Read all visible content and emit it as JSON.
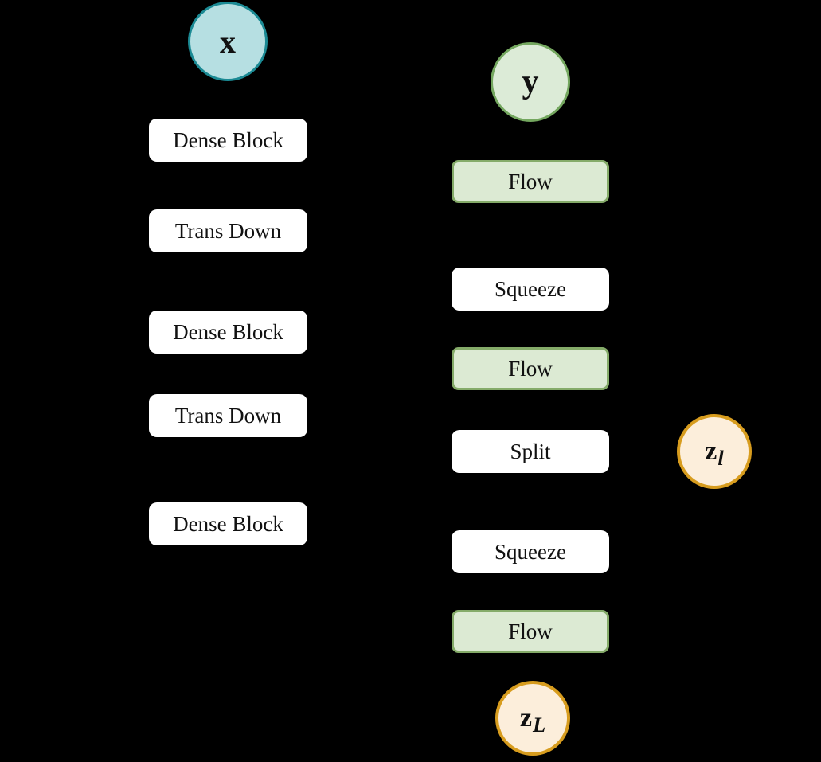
{
  "diagram": {
    "background": "#000000",
    "text_color": "#111111",
    "encoder_column": {
      "input_node": {
        "label": "x",
        "fill": "#b6dfe2",
        "border": "#1b8a94"
      },
      "blocks": [
        {
          "label": "Dense Block",
          "type": "plain"
        },
        {
          "label": "Trans Down",
          "type": "plain"
        },
        {
          "label": "Dense Block",
          "type": "plain"
        },
        {
          "label": "Trans Down",
          "type": "plain"
        },
        {
          "label": "Dense Block",
          "type": "plain"
        }
      ]
    },
    "flow_column": {
      "input_node": {
        "label": "y",
        "fill": "#dcebd7",
        "border": "#74a75f"
      },
      "blocks": [
        {
          "label": "Flow",
          "type": "flow"
        },
        {
          "label": "Squeeze",
          "type": "plain"
        },
        {
          "label": "Flow",
          "type": "flow"
        },
        {
          "label": "Split",
          "type": "plain"
        },
        {
          "label": "Squeeze",
          "type": "plain"
        },
        {
          "label": "Flow",
          "type": "flow"
        }
      ],
      "flow_block_fill": "#dcead3",
      "flow_block_border": "#85ab69",
      "plain_block_fill": "#ffffff"
    },
    "latent_nodes": {
      "intermediate": {
        "base": "z",
        "subscript": "l",
        "fill": "#fceedb",
        "border": "#d79c1e"
      },
      "final": {
        "base": "z",
        "subscript": "L",
        "fill": "#fceedb",
        "border": "#d79c1e"
      }
    }
  }
}
